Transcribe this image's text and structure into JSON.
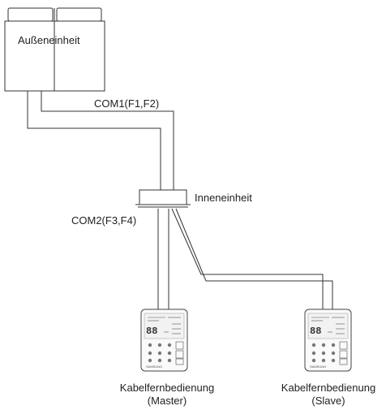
{
  "outdoor_unit": {
    "label": "Außeneinheit"
  },
  "indoor_unit": {
    "label": "Inneneinheit"
  },
  "bus_outdoor": {
    "label": "COM1(F1,F2)"
  },
  "bus_remote": {
    "label": "COM2(F3,F4)"
  },
  "remotes": [
    {
      "name": "Kabelfernbedienung",
      "role": "(Master)",
      "brand": "SAMSUNG",
      "display": "88"
    },
    {
      "name": "Kabelfernbedienung",
      "role": "(Slave)",
      "brand": "SAMSUNG",
      "display": "88"
    }
  ]
}
